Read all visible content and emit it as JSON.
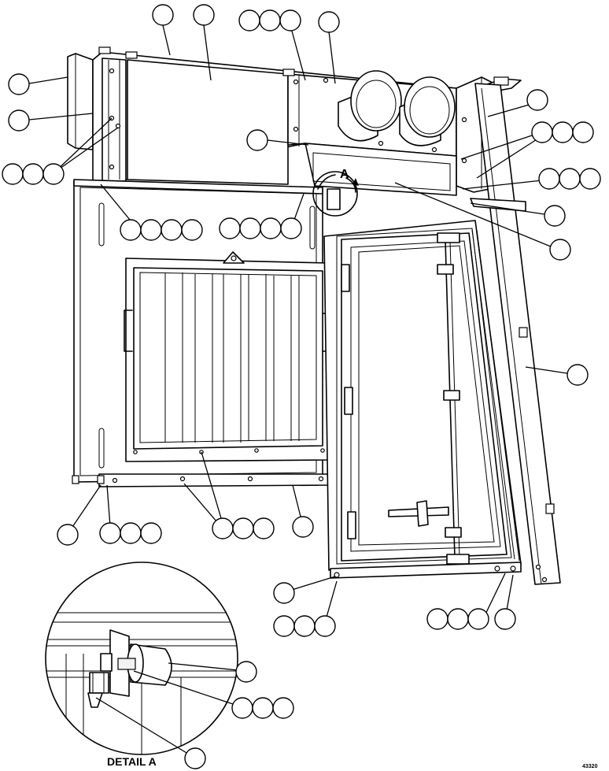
{
  "detail_label": "A",
  "detail_caption": "DETAIL A",
  "figure_number": "43320",
  "colors": {
    "ink": "#000000",
    "paper": "#ffffff",
    "light": "#f2f2f2"
  },
  "callout_groups": [
    {
      "name": "callout-single",
      "count": 1
    },
    {
      "name": "callout-triple",
      "count": 3
    },
    {
      "name": "callout-quad",
      "count": 4
    }
  ]
}
